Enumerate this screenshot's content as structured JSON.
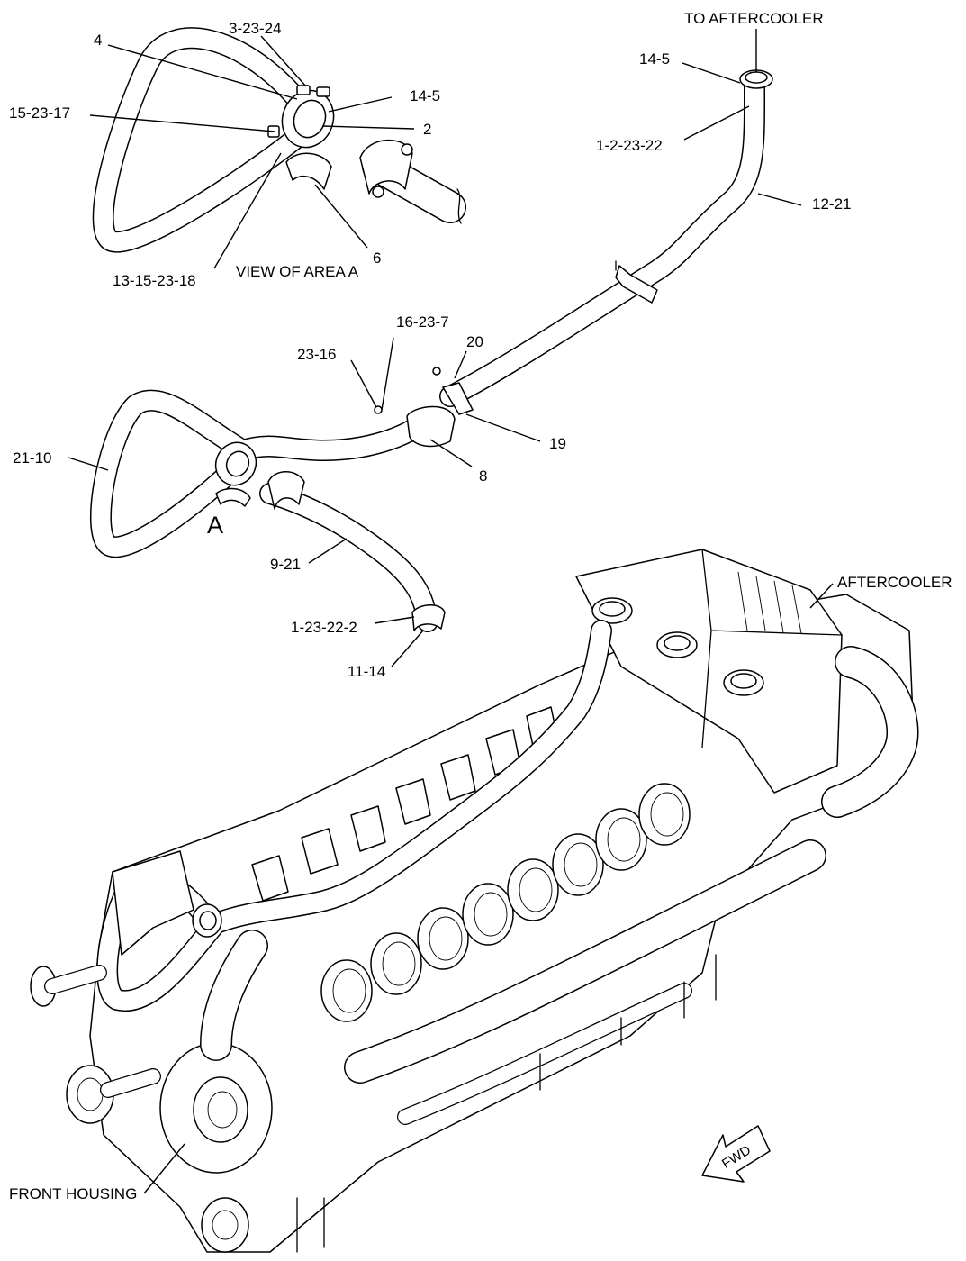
{
  "labels": {
    "to_aftercooler": "TO AFTERCOOLER",
    "p_3_23_24": "3-23-24",
    "p_4": "4",
    "p_14_5_top": "14-5",
    "p_14_5_right": "14-5",
    "p_15_23_17": "15-23-17",
    "p_2": "2",
    "p_1_2_23_22": "1-2-23-22",
    "p_12_21": "12-21",
    "p_6": "6",
    "p_13_15_23_18": "13-15-23-18",
    "view_of_area_a": "VIEW OF AREA A",
    "p_16_23_7": "16-23-7",
    "p_20": "20",
    "p_23_16": "23-16",
    "p_19": "19",
    "p_21_10": "21-10",
    "p_8": "8",
    "callout_a": "A",
    "p_9_21": "9-21",
    "aftercooler": "AFTERCOOLER",
    "p_1_23_22_2": "1-23-22-2",
    "p_11_14": "11-14",
    "fwd": "FWD",
    "front_housing": "FRONT HOUSING"
  }
}
